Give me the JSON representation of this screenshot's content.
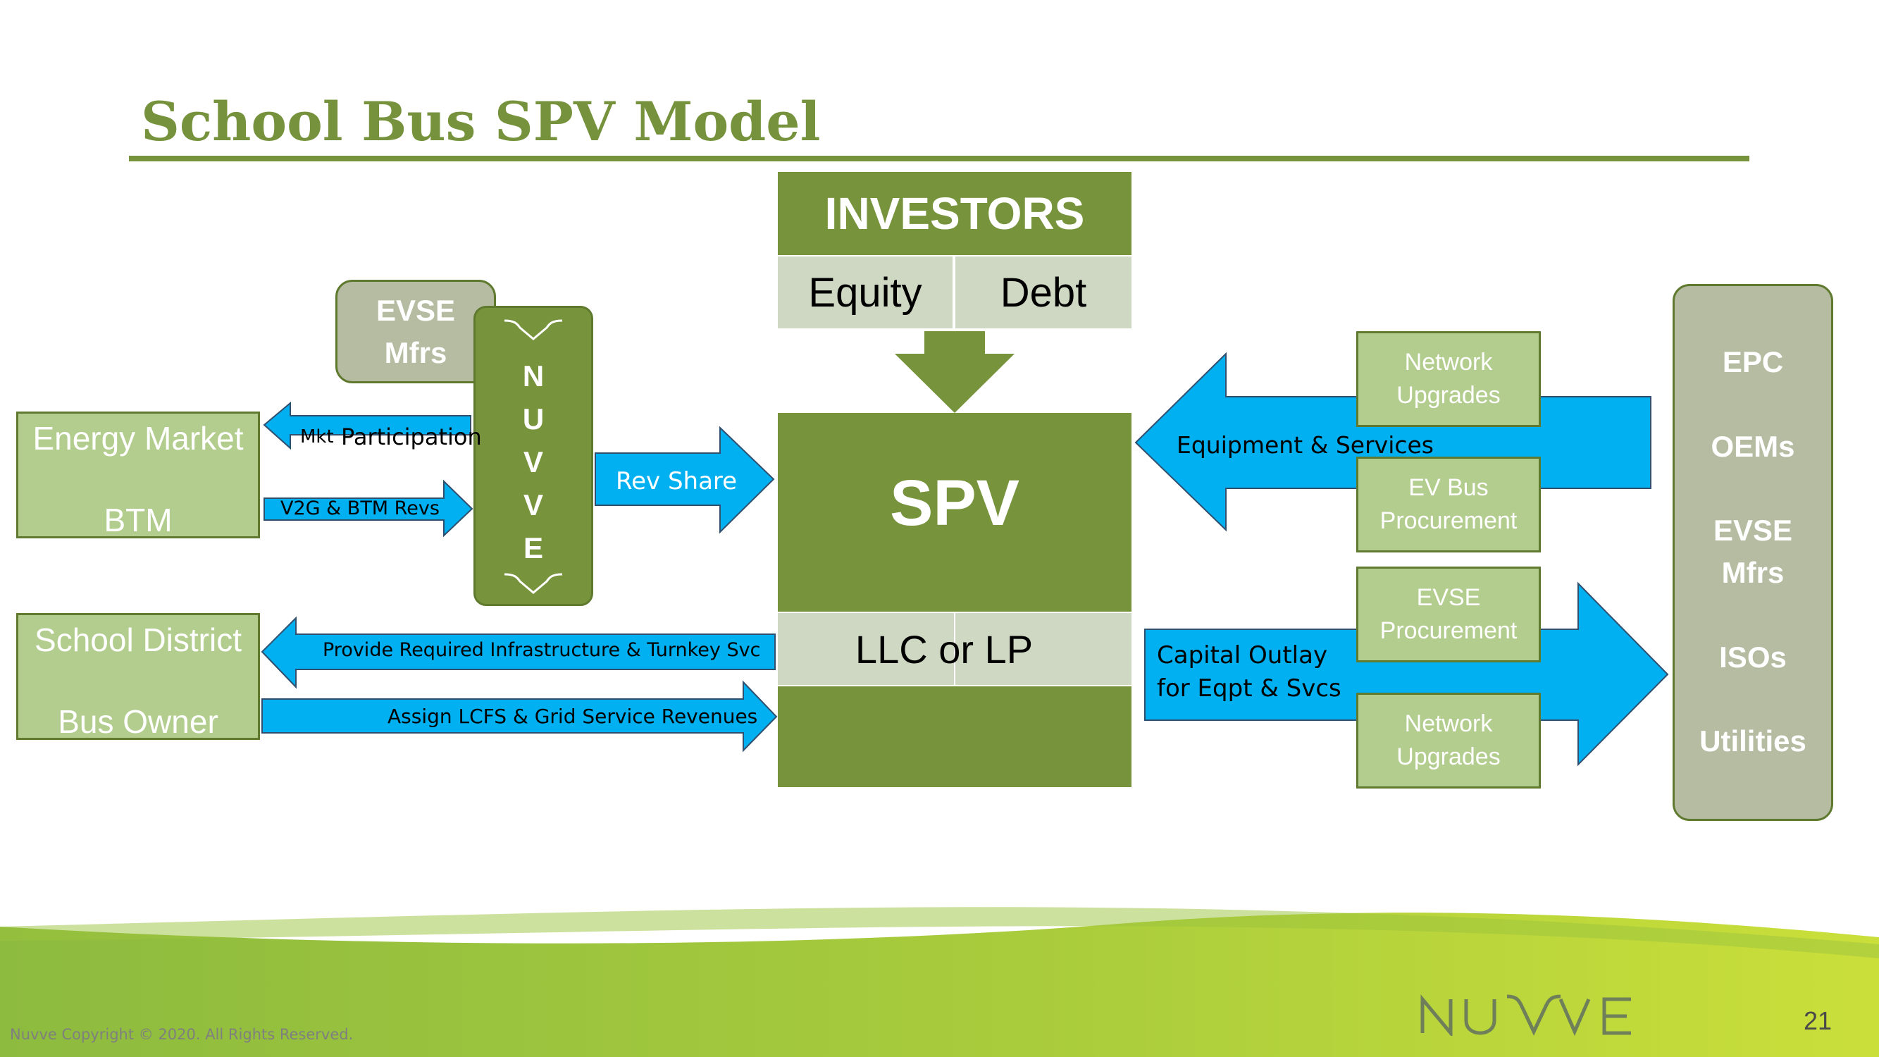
{
  "slide": {
    "title": "School Bus SPV Model",
    "footer_copyright": "Nuvve Copyright © 2020. All Rights Reserved.",
    "page_number": "21",
    "brand_logo_text": "NUVVE",
    "colors": {
      "title_green": "#76923c",
      "box_green": "#77933c",
      "light_green": "#b3cd8e",
      "arrow_blue": "#00b0f0",
      "grey_box": "#b5bca1",
      "pale_cell": "#ced8c3"
    }
  },
  "investors": {
    "header": "INVESTORS",
    "equity": "Equity",
    "debt": "Debt"
  },
  "spv": {
    "label": "SPV",
    "entity": "LLC or LP"
  },
  "left": {
    "evse_mfrs": {
      "line1": "EVSE",
      "line2": "Mfrs"
    },
    "energy_market": {
      "line1": "Energy Market",
      "line2": "BTM"
    },
    "school_district": {
      "line1": "School District",
      "line2": "Bus Owner"
    },
    "nuvve_letters": [
      "N",
      "U",
      "V",
      "V",
      "E"
    ]
  },
  "arrows": {
    "mkt_small": "Mkt",
    "mkt_participation": "Participation",
    "v2g_revs": "V2G &  BTM Revs",
    "rev_share": "Rev Share",
    "provide_infra": "Provide Required Infrastructure & Turnkey Svc",
    "assign_revenues": "Assign LCFS & Grid Service Revenues",
    "equipment_services": "Equipment & Services",
    "capital_outlay_line1": "Capital Outlay",
    "capital_outlay_line2": "for Eqpt & Svcs"
  },
  "right": {
    "network_upgrades_top": {
      "line1": "Network",
      "line2": "Upgrades"
    },
    "ev_bus_procurement": {
      "line1": "EV Bus",
      "line2": "Procurement"
    },
    "evse_procurement": {
      "line1": "EVSE",
      "line2": "Procurement"
    },
    "network_upgrades_bottom": {
      "line1": "Network",
      "line2": "Upgrades"
    },
    "providers": [
      "EPC",
      "OEMs",
      "EVSE",
      "Mfrs",
      "ISOs",
      "Utilities"
    ]
  }
}
